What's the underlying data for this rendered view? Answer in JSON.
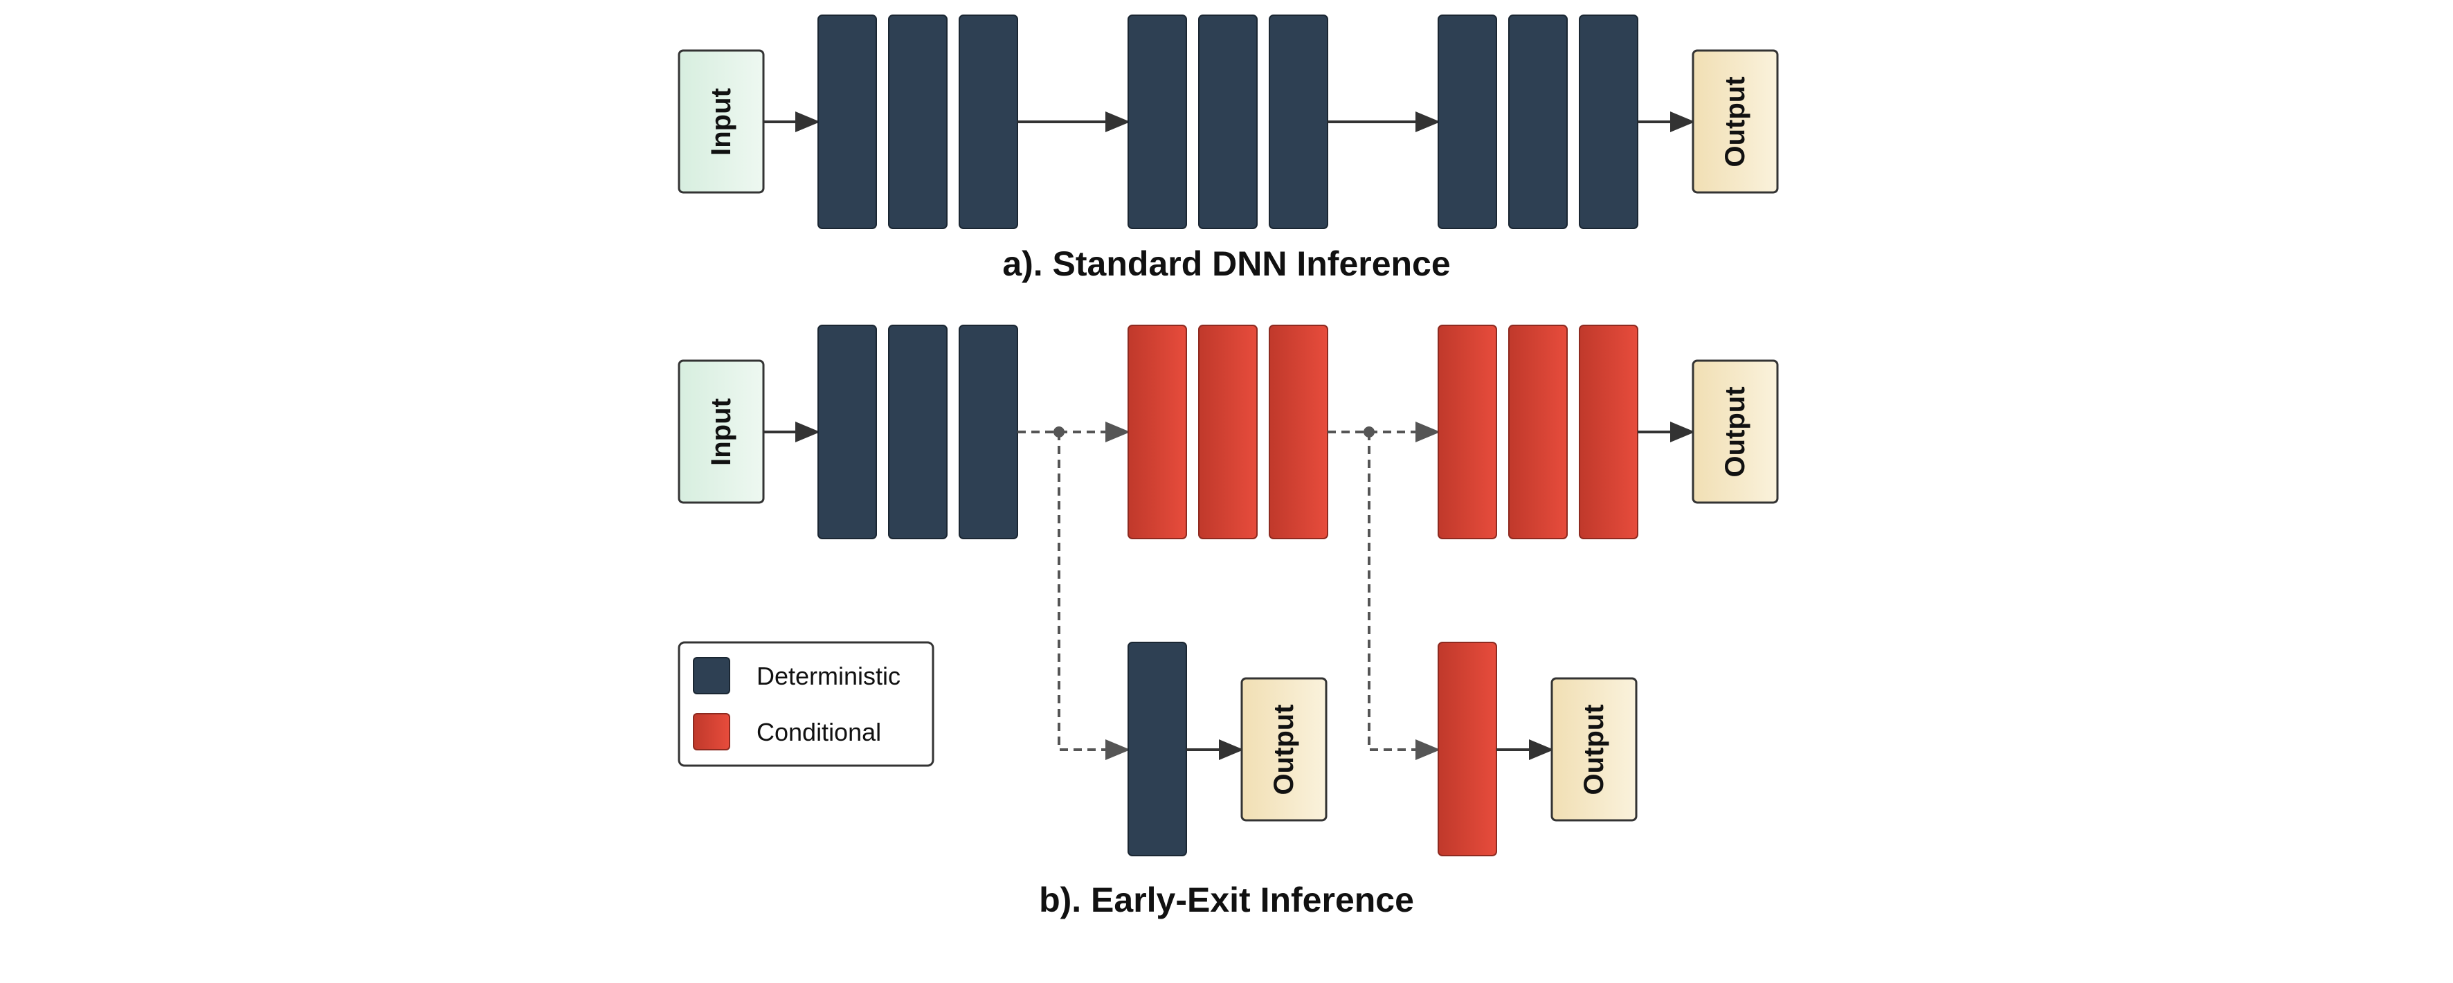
{
  "captions": {
    "standard": "a). Standard DNN Inference",
    "early_exit": "b). Early-Exit Inference"
  },
  "labels": {
    "input": "Input",
    "output": "Output"
  },
  "legend": {
    "deterministic": "Deterministic",
    "conditional": "Conditional"
  },
  "colors": {
    "deterministic": "#2e4053",
    "conditional_light": "#e74c3c",
    "conditional_dark": "#c0392b",
    "input_fill": "#dcefe3",
    "output_fill": "#f5e6c3",
    "arrow": "#333333",
    "dashed": "#555555"
  }
}
